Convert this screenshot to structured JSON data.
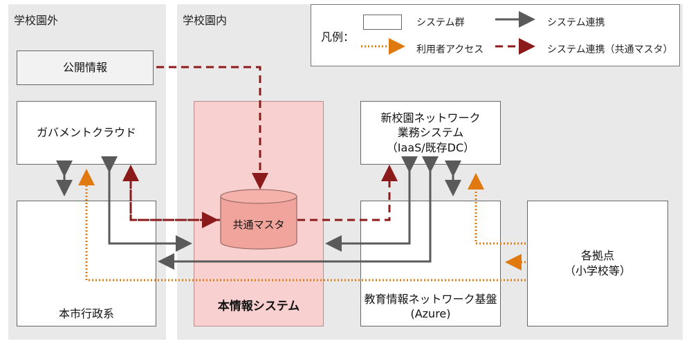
{
  "zones": {
    "outside": "学校園外",
    "inside": "学校園内"
  },
  "legend": {
    "title": "凡例：",
    "system_group": "システム群",
    "system_link": "システム連携",
    "user_access": "利用者アクセス",
    "system_link_master": "システム連携（共通マスタ）"
  },
  "boxes": {
    "public_info": "公開情報",
    "gov_cloud": "ガバメントクラウド",
    "city_admin": "本市行政系",
    "main_system": "本情報システム",
    "common_master": "共通マスタ",
    "new_network": "新校園ネットワーク\n業務システム\n（IaaS/既存DC）",
    "edu_network": "教育情報ネットワーク基盤\n(Azure)",
    "sites": "各拠点\n（小学校等）"
  },
  "colors": {
    "zone_bg": "#e9e9e9",
    "link_grey": "#5a5a5a",
    "master_red": "#8b1a1a",
    "access_orange": "#e07a10",
    "main_pink": "#f8d0d0",
    "cylinder": "#f0a49c"
  }
}
